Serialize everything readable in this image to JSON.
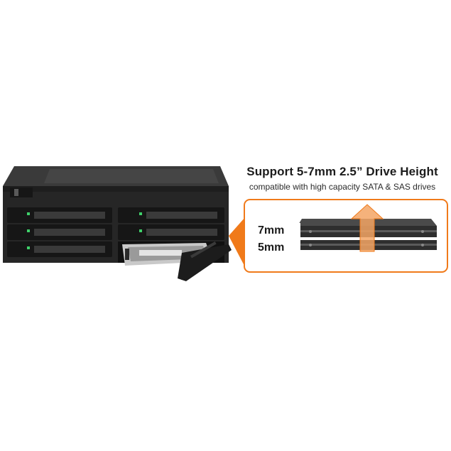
{
  "headline": "Support 5-7mm 2.5” Drive Height",
  "subline": "compatible with high capacity SATA & SAS drives",
  "labels": {
    "thick": "7mm",
    "thin": "5mm"
  },
  "colors": {
    "accent": "#f07a1a",
    "enclosure": "#2b2b2b",
    "led": "#3fd06a"
  },
  "icons": [
    "up-arrow-icon"
  ]
}
